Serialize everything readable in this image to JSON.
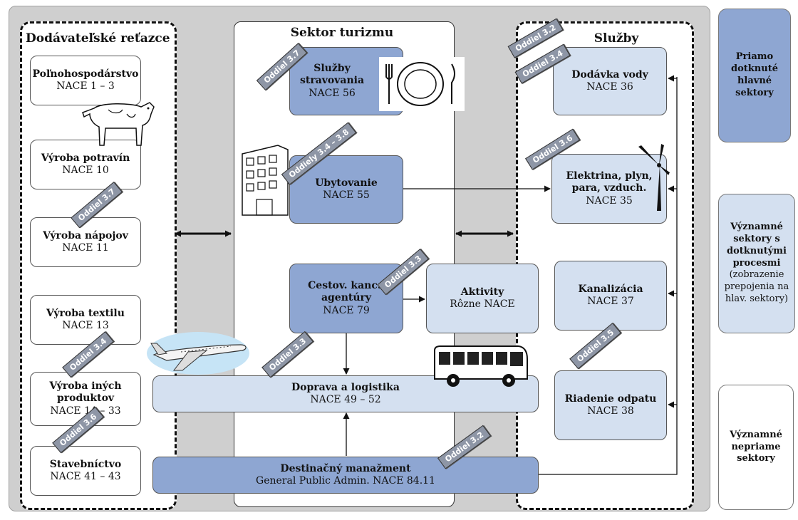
{
  "groups": {
    "supply": "Dodávateľské reťazce",
    "tourism": "Sektor turizmu",
    "services": "Služby"
  },
  "supply_boxes": [
    {
      "title": "Poľnohospodárstvo",
      "code": "NACE 1 – 3"
    },
    {
      "title": "Výroba potravín",
      "code": "NACE 10"
    },
    {
      "title": "Výroba nápojov",
      "code": "NACE 11"
    },
    {
      "title": "Výroba textilu",
      "code": "NACE 13"
    },
    {
      "title": "Výroba iných produktov",
      "code": "NACE 14 – 33"
    },
    {
      "title": "Stavebníctvo",
      "code": "NACE 41 – 43"
    }
  ],
  "tourism_boxes": {
    "food": {
      "title": "Služby stravovania",
      "code": "NACE 56"
    },
    "accommodation": {
      "title": "Ubytovanie",
      "code": "NACE 55"
    },
    "agencies": {
      "title": "Cestov. kanc./ agentúry",
      "code": "NACE 79"
    },
    "activities": {
      "title": "Aktivity",
      "code": "Rôzne NACE"
    },
    "transport": {
      "title": "Doprava a logistika",
      "code": "NACE 49 – 52"
    },
    "destination": {
      "title": "Destinačný manažment",
      "code": "General Public Admin. NACE 84.11"
    }
  },
  "service_boxes": [
    {
      "title": "Dodávka vody",
      "code": "NACE 36"
    },
    {
      "title": "Elektrina, plyn, para, vzduch.",
      "code": "NACE 35"
    },
    {
      "title": "Kanalizácia",
      "code": "NACE 37"
    },
    {
      "title": "Riadenie odpatu",
      "code": "NACE 38"
    }
  ],
  "badges": {
    "b1": "Oddiel 3.7",
    "b2": "Oddiely 3.4 – 3.8",
    "b3": "Oddiel 3.3",
    "b4": "Oddiel 3.3",
    "b5": "Oddiel 3.2",
    "b6": "Oddiel 3.7",
    "b7": "Oddiel 3.4",
    "b8": "Oddiel 3.6",
    "b9": "Oddiel 3.2",
    "b10": "Oddiel 3.4",
    "b11": "Oddiel 3.6",
    "b12": "Oddiel 3.5"
  },
  "legend": {
    "primary": "Priamo dotknuté hlavné sektory",
    "secondary_title": "Významné sektory s dotknutými procesmi",
    "secondary_note": "(zobrazenie prepojenia na hlav. sektory)",
    "indirect": "Významné nepriame sektory"
  },
  "colors": {
    "dark_blue": "#8ea6d2",
    "light_blue": "#d4e0f0",
    "panel_gray": "#cfcfcf",
    "badge_gray": "#8e96a6"
  },
  "icons": [
    "cow-icon",
    "plate-cutlery-icon",
    "hotel-building-icon",
    "airplane-icon",
    "bus-icon",
    "wind-turbine-icon"
  ]
}
